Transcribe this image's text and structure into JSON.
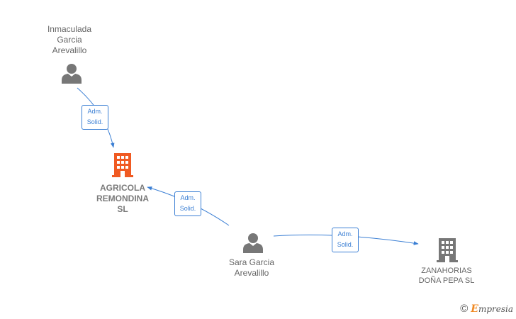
{
  "nodes": {
    "inmaculada": {
      "label": "Inmaculada\nGarcia\nArevalillo"
    },
    "agricola": {
      "label": "AGRICOLA\nREMONDINA\nSL"
    },
    "sara": {
      "label": "Sara Garcia\nArevalillo"
    },
    "zanahorias": {
      "label": "ZANAHORIAS\nDOÑA PEPA  SL"
    }
  },
  "edges": {
    "e1": {
      "line1": "Adm.",
      "line2": "Solid."
    },
    "e2": {
      "line1": "Adm.",
      "line2": "Solid."
    },
    "e3": {
      "line1": "Adm.",
      "line2": "Solid."
    }
  },
  "brand": {
    "copyright": "©",
    "e": "E",
    "rest": "mpresia"
  },
  "colors": {
    "person": "#777777",
    "company": "#777777",
    "company_focus": "#f05a22",
    "edge": "#3b7fd4"
  }
}
